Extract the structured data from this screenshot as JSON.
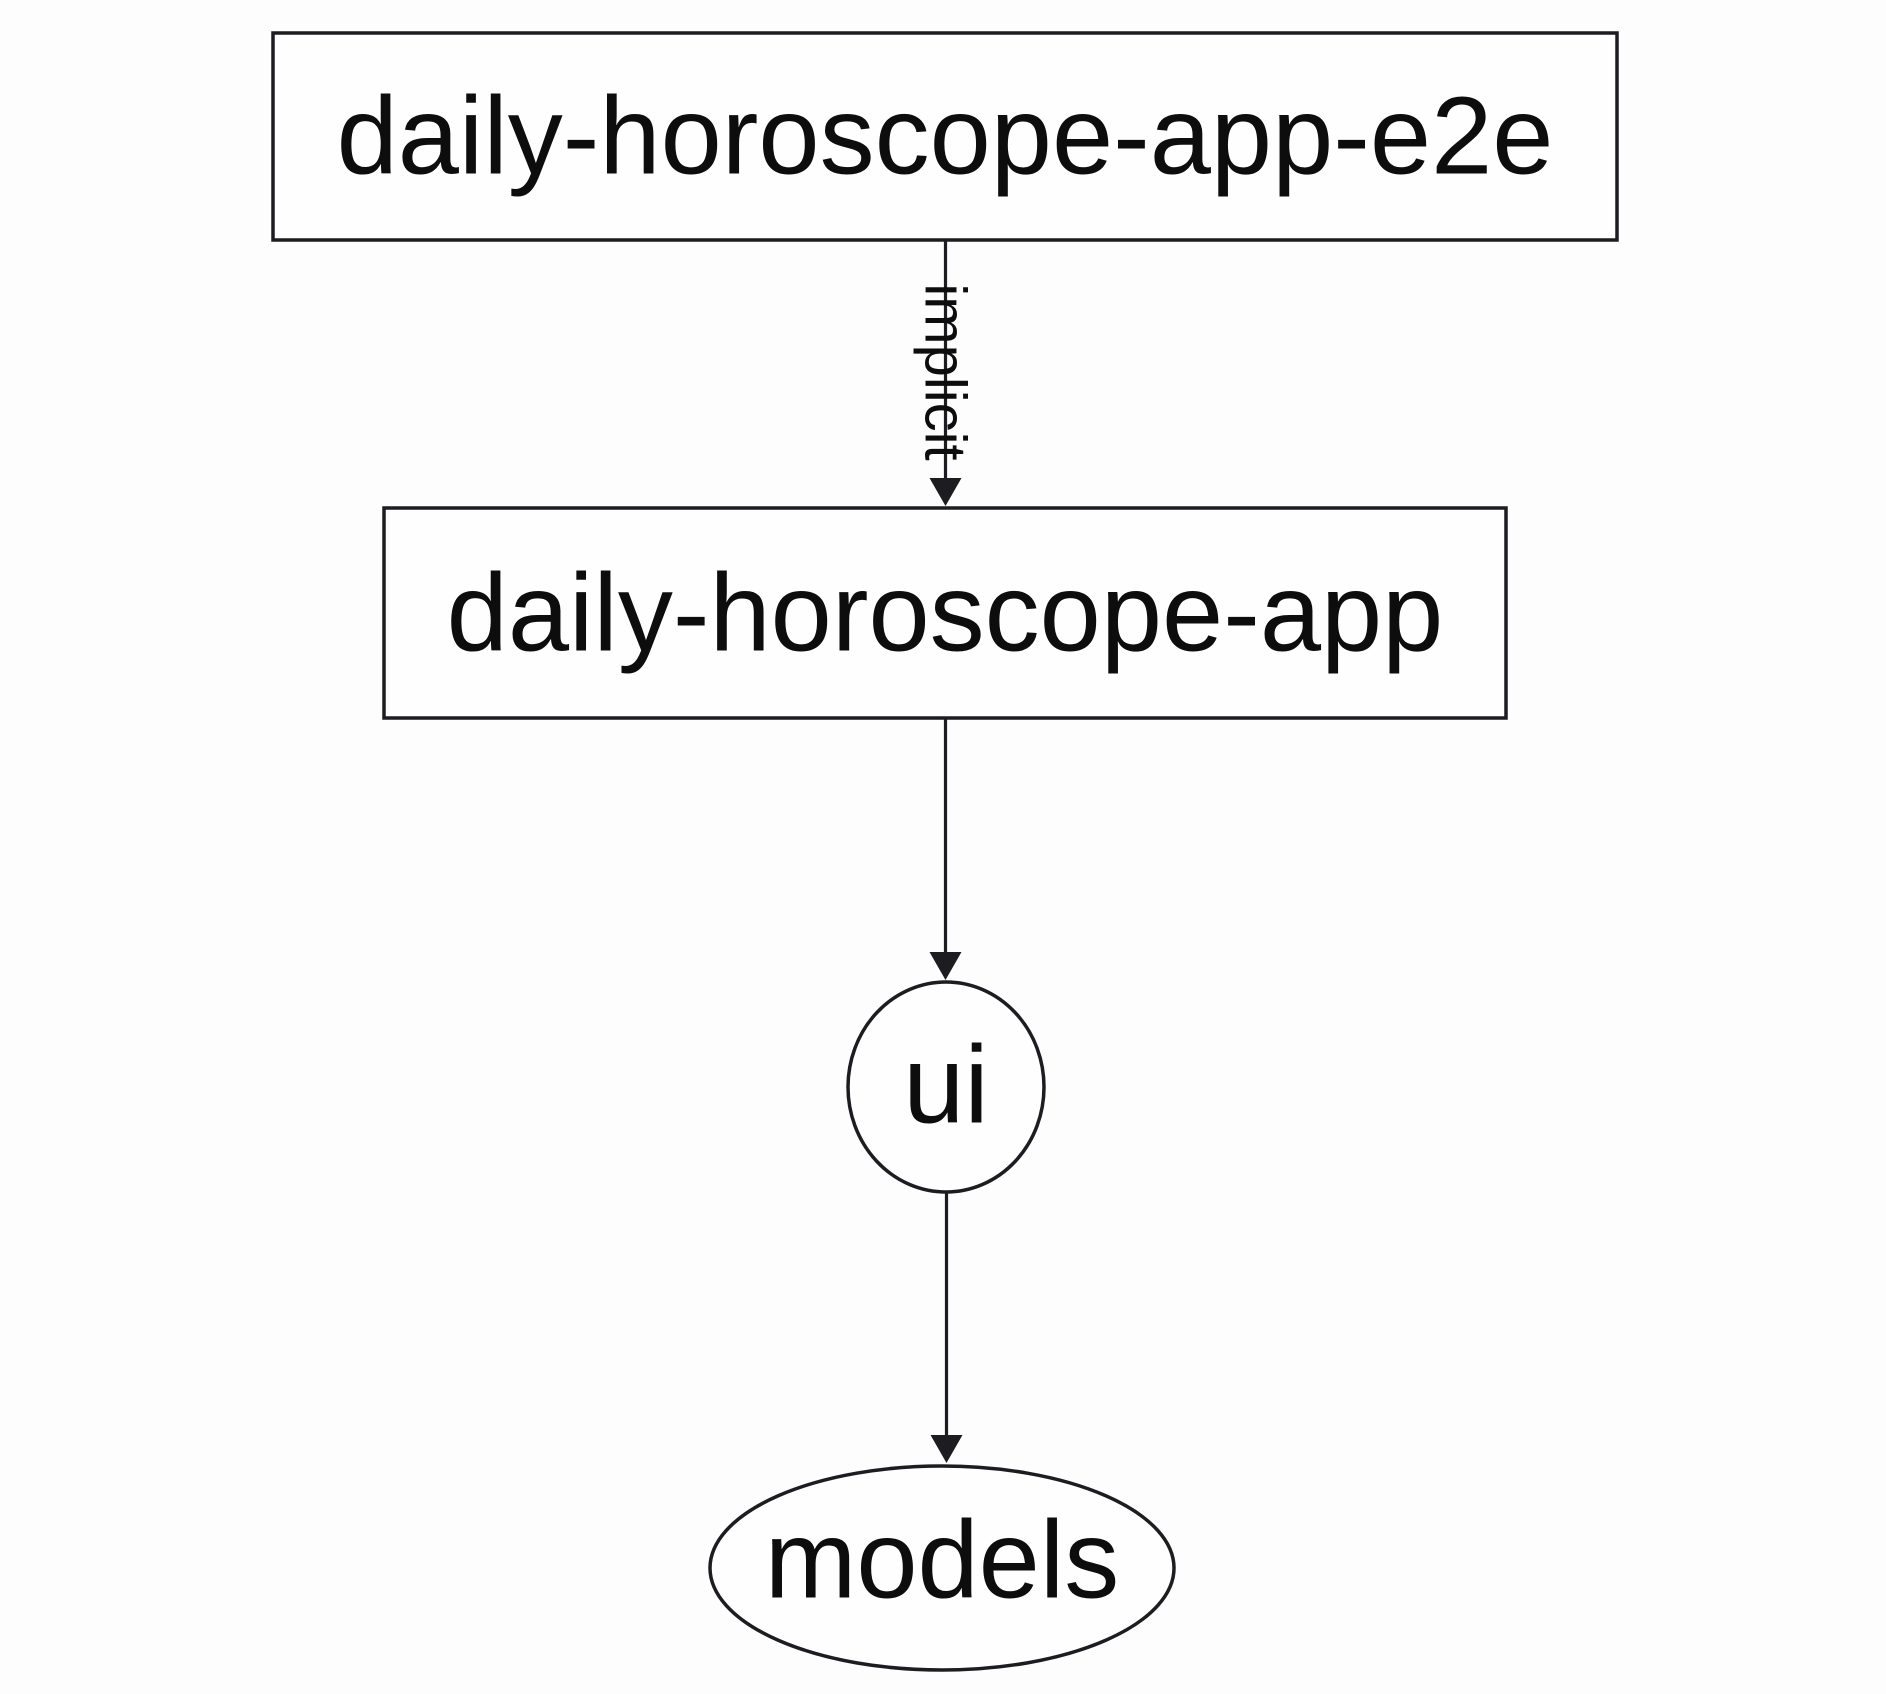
{
  "diagram": {
    "type": "dependency-graph",
    "direction": "top-to-bottom",
    "background_color": "#fdfdfd",
    "stroke_color": "#1d1d21",
    "text_color": "#0d0d0d",
    "nodes": [
      {
        "id": "daily-horoscope-app-e2e",
        "label": "daily-horoscope-app-e2e",
        "shape": "rectangle"
      },
      {
        "id": "daily-horoscope-app",
        "label": "daily-horoscope-app",
        "shape": "rectangle"
      },
      {
        "id": "ui",
        "label": "ui",
        "shape": "ellipse"
      },
      {
        "id": "models",
        "label": "models",
        "shape": "ellipse"
      }
    ],
    "edges": [
      {
        "from": "daily-horoscope-app-e2e",
        "to": "daily-horoscope-app",
        "label": "implicit",
        "arrow": "filled-triangle"
      },
      {
        "from": "daily-horoscope-app",
        "to": "ui",
        "label": "",
        "arrow": "filled-triangle"
      },
      {
        "from": "ui",
        "to": "models",
        "label": "",
        "arrow": "filled-triangle"
      }
    ]
  }
}
